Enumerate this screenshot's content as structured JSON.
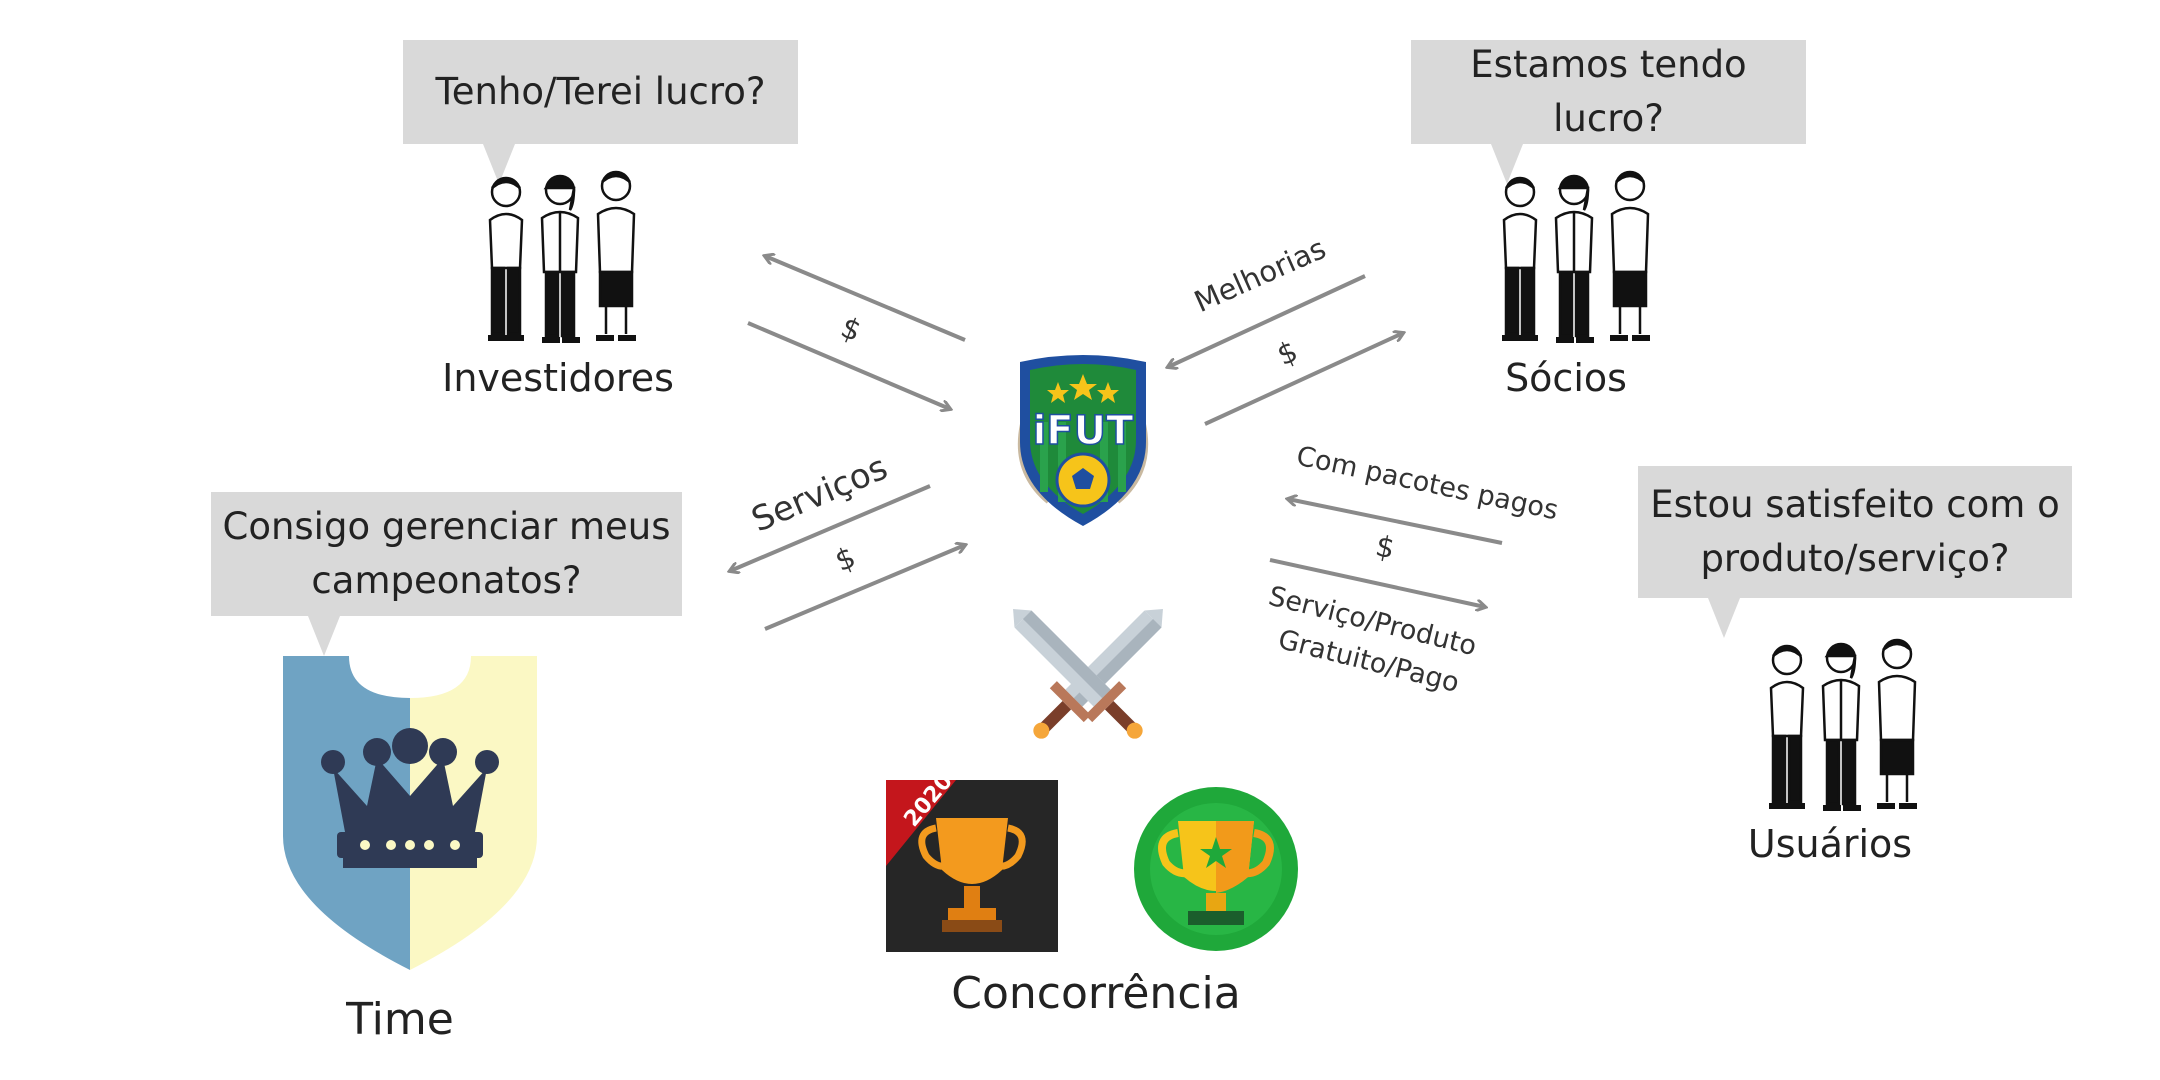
{
  "bubbles": {
    "investidores": "Tenho/Terei lucro?",
    "socios": "Estamos tendo lucro?",
    "time_line1": "Consigo gerenciar meus",
    "time_line2": "campeonatos?",
    "usuarios_line1": "Estou satisfeito com o",
    "usuarios_line2": "produto/serviço?"
  },
  "labels": {
    "investidores": "Investidores",
    "socios": "Sócios",
    "usuarios": "Usuários",
    "time": "Time",
    "concorrencia": "Concorrência"
  },
  "arrow_labels": {
    "inv_money": "$",
    "melhorias": "Melhorias",
    "socios_money": "$",
    "servicos": "Serviços",
    "time_money": "$",
    "com_pacotes": "Com pacotes pagos",
    "usuarios_money": "$",
    "servico_produto": "Serviço/Produto",
    "gratuito_pago": "Gratuito/Pago"
  },
  "logo": {
    "text": "iFUT"
  },
  "competitor": {
    "badge": "2020"
  },
  "colors": {
    "bubble": "#d9d9d9",
    "arrow": "#8a8a8a",
    "logo_blue": "#1f4fa0",
    "logo_green": "#1f8a3a",
    "shield_blue": "#6fa3c3",
    "shield_cream": "#fbf8c4",
    "crown": "#2f3a55"
  }
}
